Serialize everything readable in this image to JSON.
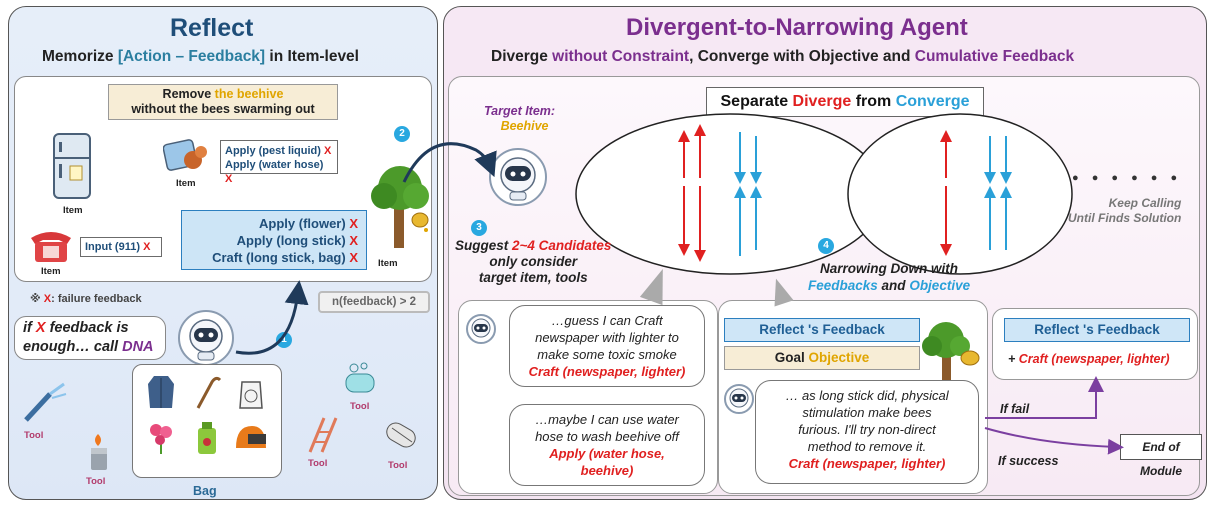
{
  "reflect": {
    "title": "Reflect",
    "subtitle_pre": "Memorize ",
    "subtitle_mid": "[Action – Feedback]",
    "subtitle_post": " in Item-level",
    "task_line1_pre": "Remove ",
    "task_line1_hl": "the beehive",
    "task_line2": "without the bees swarming out",
    "item_label": "Item",
    "apply_pest": "Apply (pest liquid)",
    "apply_water": "Apply (water hose)",
    "input_911": "Input (911)",
    "x_mark": "X",
    "apply_flower": "Apply (flower)",
    "apply_stick": "Apply (long stick)",
    "craft_stick_bag": "Craft (long stick, bag)",
    "failure_prefix": "※",
    "failure_text": ": failure feedback",
    "nfeedback": "n(feedback) > 2",
    "if_pre": "if ",
    "if_post": " feedback is",
    "enough_pre": "enough… call ",
    "dna": "DNA",
    "tool_label": "Tool",
    "bag_label": "Bag",
    "num1": "1",
    "num2": "2"
  },
  "dna": {
    "title": "Divergent-to-Narrowing Agent",
    "sub_1": "Diverge ",
    "sub_2": "without Constraint",
    "sub_3": ", Converge with Objective and ",
    "sub_4": "Cumulative Feedback",
    "target_item": "Target Item:",
    "target_value": "Beehive",
    "sep_1": "Separate ",
    "sep_2": "Diverge",
    "sep_3": " from ",
    "sep_4": "Converge",
    "keep_1": "Keep Calling",
    "keep_2": "Until Finds Solution",
    "dots": "● ● ● ● ● ●",
    "num3": "3",
    "num4": "4",
    "suggest_1": "Suggest ",
    "suggest_2": "2~4 Candidates",
    "suggest_3": "only consider",
    "suggest_4": "target item, tools",
    "narrow_1": "Narrowing Down with",
    "narrow_2": "Feedbacks",
    "narrow_3": " and ",
    "narrow_4": "Objective",
    "b1_l1": "…guess I can Craft",
    "b1_l2": "newspaper with lighter to",
    "b1_l3": "make some toxic smoke",
    "b1_l4": "Craft (newspaper, lighter)",
    "b2_l1": "…maybe I can use water",
    "b2_l2": "hose to wash beehive off",
    "b2_l3": "Apply (water hose,",
    "b2_l4": "beehive)",
    "reflect_fb": "Reflect 's Feedback",
    "goal_1": "Goal ",
    "goal_2": "Objective",
    "b3_l1": "… as long stick did, physical",
    "b3_l2": "stimulation make bees",
    "b3_l3": "furious. I'll try non-direct",
    "b3_l4": "method to remove it.",
    "b3_l5": "Craft (newspaper, lighter)",
    "reflect_fb2": "Reflect 's Feedback",
    "plus": "+ ",
    "plus_craft": "Craft (newspaper, lighter)",
    "if_fail": "If fail",
    "if_success": "If success",
    "end_module": "End of Module"
  },
  "colors": {
    "red": "#e02020",
    "blue": "#2aa0d8",
    "purple": "#7b2f8e",
    "gold": "#e0a500",
    "teal": "#2b7fa0"
  }
}
